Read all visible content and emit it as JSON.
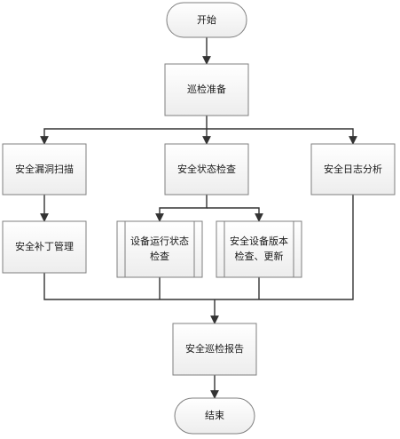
{
  "flowchart": {
    "start": "开始",
    "prepare": "巡检准备",
    "vuln_scan": "安全漏洞扫描",
    "status_check": "安全状态检查",
    "log_analysis": "安全日志分析",
    "patch_mgmt": "安全补丁管理",
    "device_status": {
      "line1": "设备运行状态",
      "line2": "检查"
    },
    "version_check": {
      "line1": "安全设备版本",
      "line2": "检查、更新"
    },
    "report": "安全巡检报告",
    "end": "结束"
  }
}
